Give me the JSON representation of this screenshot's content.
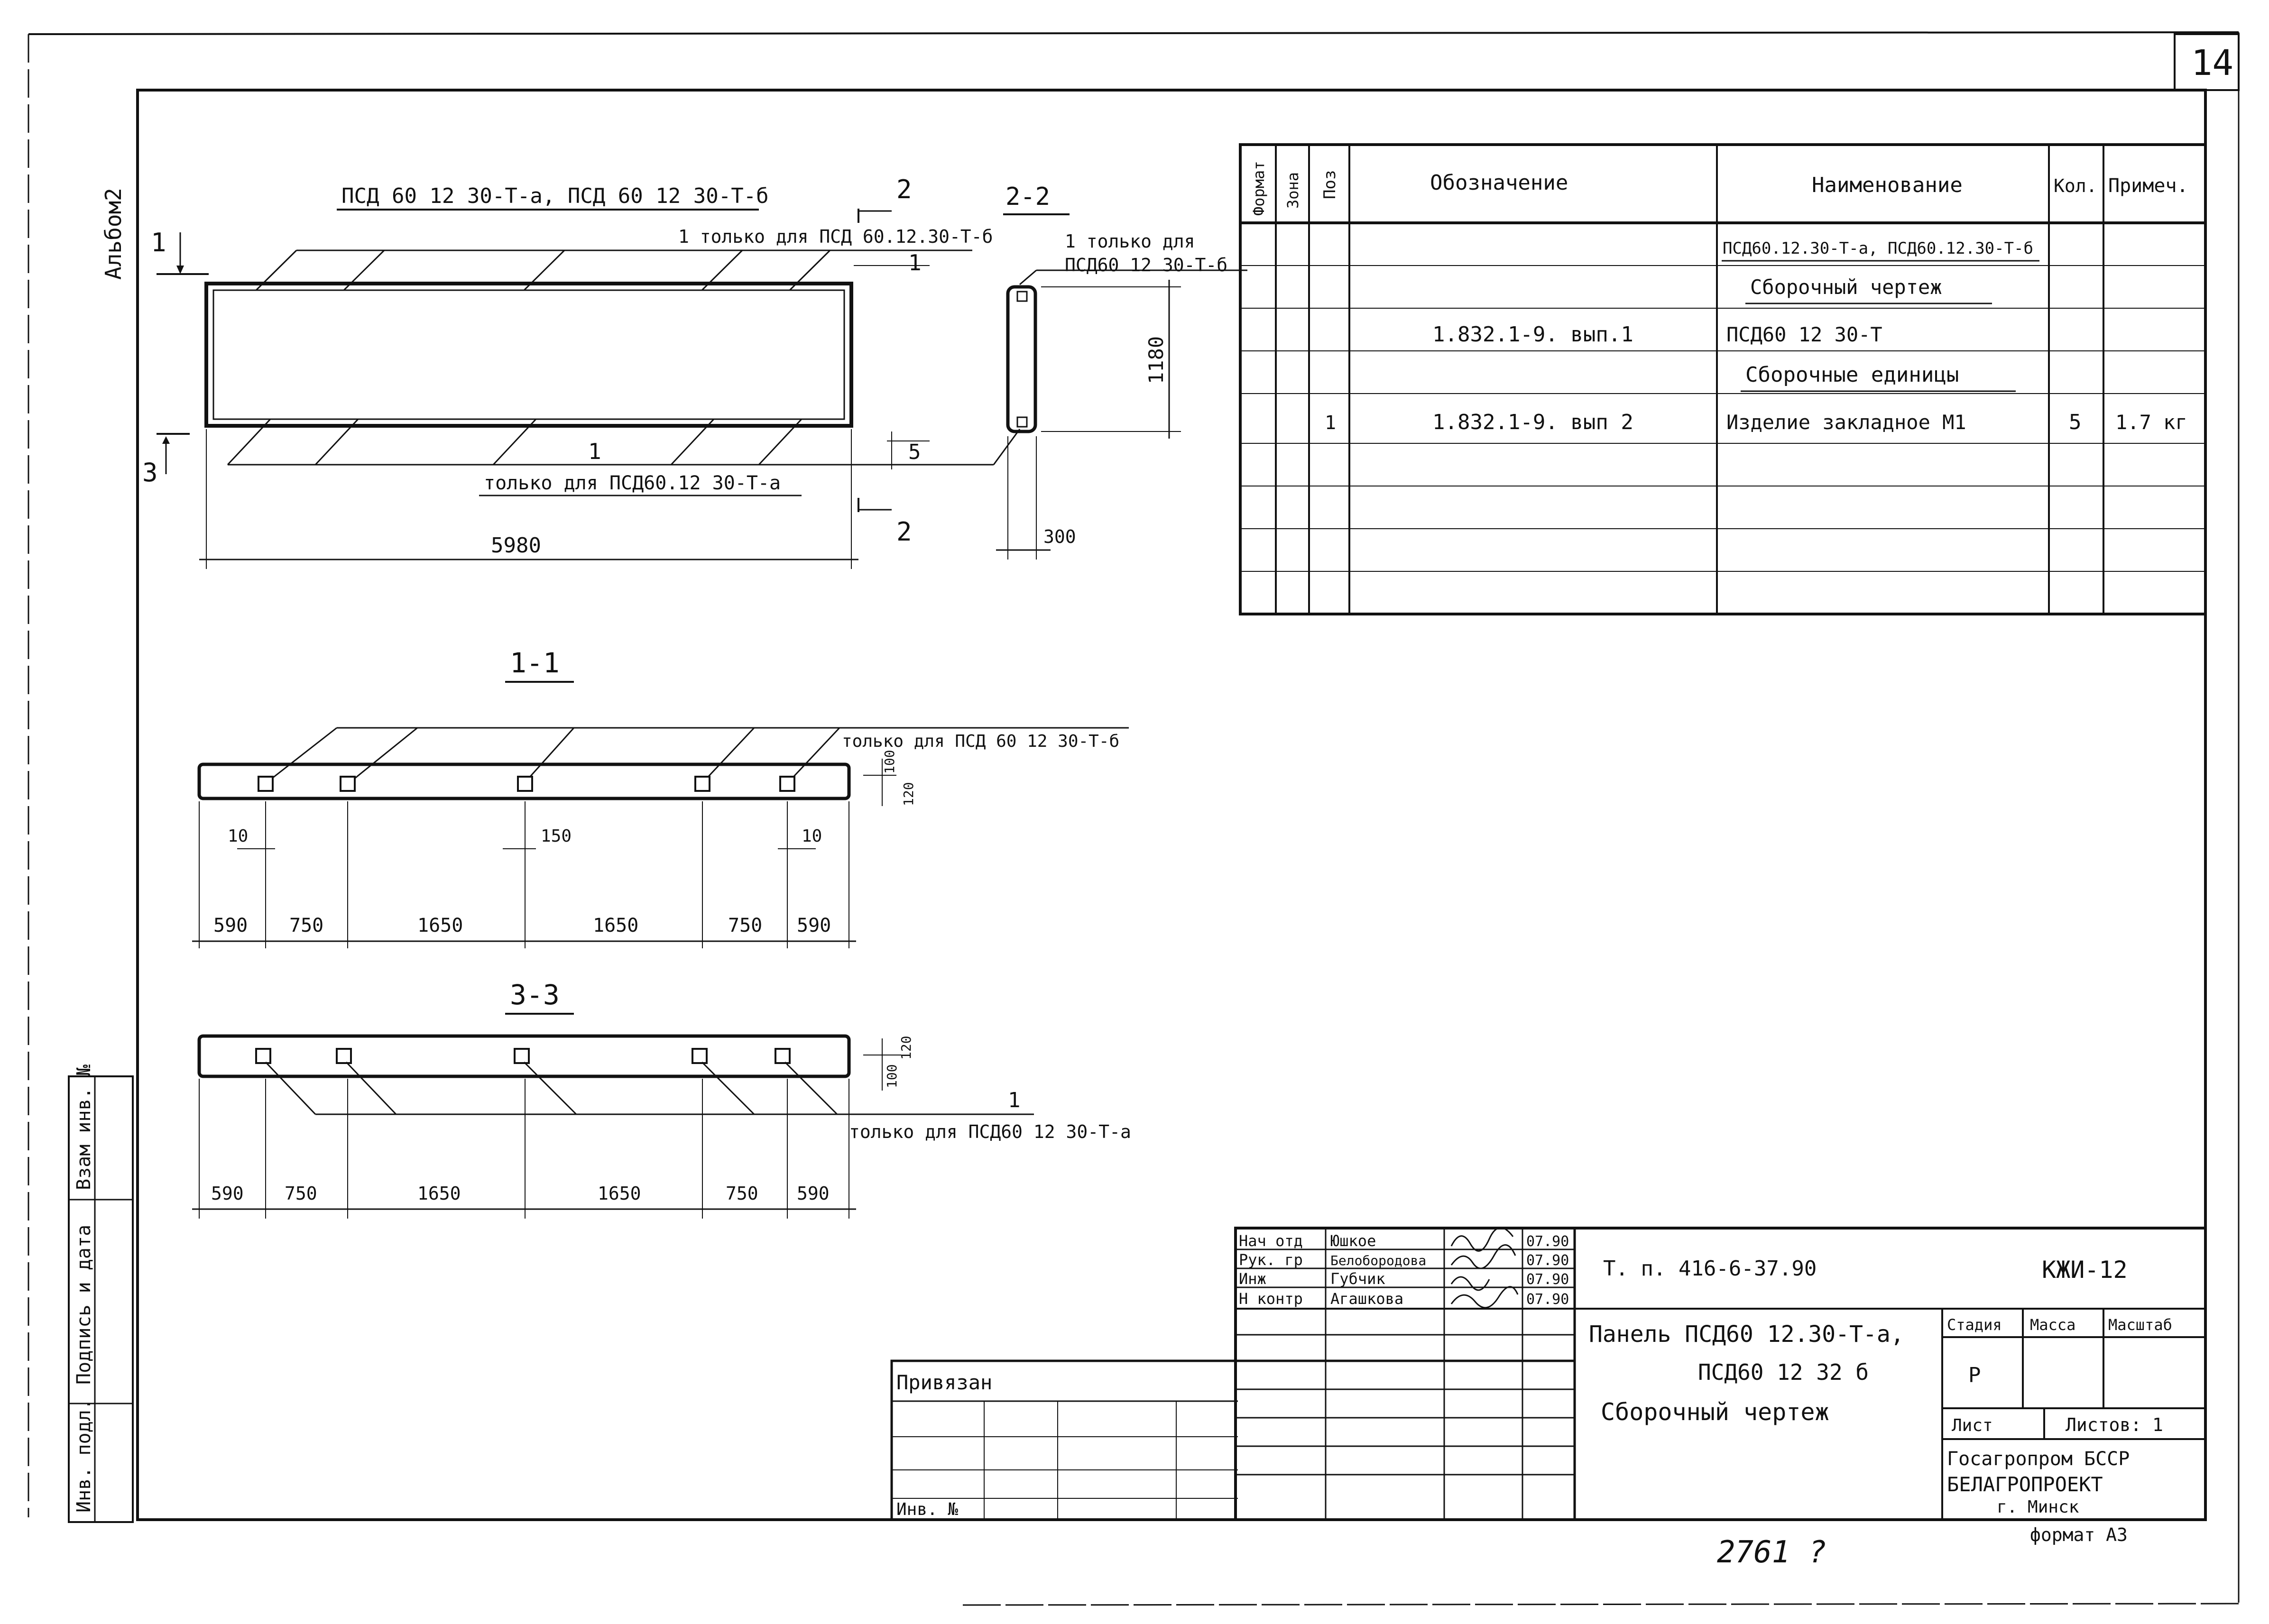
{
  "sheet": {
    "number": "14",
    "album": "Альбом2",
    "format": "формат  А3",
    "archive_number": "2761 ?"
  },
  "left_strip": {
    "vzam": "Взам инв. №",
    "podpis": "Подпись и дата",
    "inv": "Инв. подл."
  },
  "plan": {
    "title": "ПСД 60 12 30-Т-а,  ПСД 60 12 30-Т-б",
    "note_top": "1 только для ПСД 60.12.30-Т-б",
    "note_bottom": "только для ПСД60.12 30-Т-а",
    "pos_bottom": "1",
    "cut1": "1",
    "cut3": "3",
    "cut2": "2",
    "dim_5": "5",
    "dim_length": "5980"
  },
  "section_22": {
    "title": "2-2",
    "note_line1": "1 только для",
    "note_line2": "ПСД60 12 30-Т-б",
    "height": "1180",
    "width": "300"
  },
  "section_11": {
    "title": "1-1",
    "note": "только для ПСД 60 12 30-Т-б",
    "d100": "100",
    "d120": "120",
    "d10a": "10",
    "d150": "150",
    "d10b": "10",
    "dims": [
      "590",
      "750",
      "1650",
      "1650",
      "750",
      "590"
    ]
  },
  "section_33": {
    "title": "3-3",
    "pos": "1",
    "note": "только для  ПСД60 12 30-Т-а",
    "d100": "100",
    "d120": "120",
    "dims": [
      "590",
      "750",
      "1650",
      "1650",
      "750",
      "590"
    ]
  },
  "spec": {
    "headers": {
      "format": "Формат",
      "zone": "Зона",
      "pos": "Поз",
      "designation": "Обозначение",
      "name": "Наименование",
      "qty": "Кол.",
      "note": "Примеч."
    },
    "rows": [
      {
        "pos": "",
        "designation": "",
        "name": "ПСД60.12.30-Т-а,  ПСД60.12.30-Т-б",
        "qty": "",
        "note": ""
      },
      {
        "pos": "",
        "designation": "",
        "name": "Сборочный  чертеж",
        "qty": "",
        "note": ""
      },
      {
        "pos": "",
        "designation": "1.832.1-9. вып.1",
        "name": "ПСД60 12 30-Т",
        "qty": "",
        "note": ""
      },
      {
        "pos": "",
        "designation": "",
        "name": "Сборочные единицы",
        "qty": "",
        "note": ""
      },
      {
        "pos": "1",
        "designation": "1.832.1-9. вып 2",
        "name": "Изделие  закладное  М1",
        "qty": "5",
        "note": "1.7 кг"
      },
      {
        "pos": "",
        "designation": "",
        "name": "",
        "qty": "",
        "note": ""
      },
      {
        "pos": "",
        "designation": "",
        "name": "",
        "qty": "",
        "note": ""
      },
      {
        "pos": "",
        "designation": "",
        "name": "",
        "qty": "",
        "note": ""
      },
      {
        "pos": "",
        "designation": "",
        "name": "",
        "qty": "",
        "note": ""
      }
    ]
  },
  "title_block": {
    "signers": [
      {
        "role": "Нач отд",
        "name": "Юшкое",
        "date": "07.90"
      },
      {
        "role": "Рук. гр",
        "name": "Белобородова",
        "date": "07.90"
      },
      {
        "role": "Инж",
        "name": "Губчик",
        "date": "07.90"
      },
      {
        "role": "Н контр",
        "name": "Агашкова",
        "date": "07.90"
      }
    ],
    "project": "Т. п.  416-6-37.90",
    "code": "КЖИ-12",
    "title_line1": "Панель  ПСД60 12.30-Т-а,",
    "title_line2": "ПСД60 12 32      б",
    "title_line3": "Сборочный      чертеж",
    "stage_label": "Стадия",
    "mass_label": "Масса",
    "scale_label": "Масштаб",
    "stage": "Р",
    "sheet_label": "Лист",
    "sheets_label": "Листов: 1",
    "org1": "Госагропром  БССР",
    "org2": "БЕЛАГРОПРОЕКТ",
    "org3": "г. Минск",
    "privyazan": "Привязан",
    "inv_label": "Инв. №"
  }
}
